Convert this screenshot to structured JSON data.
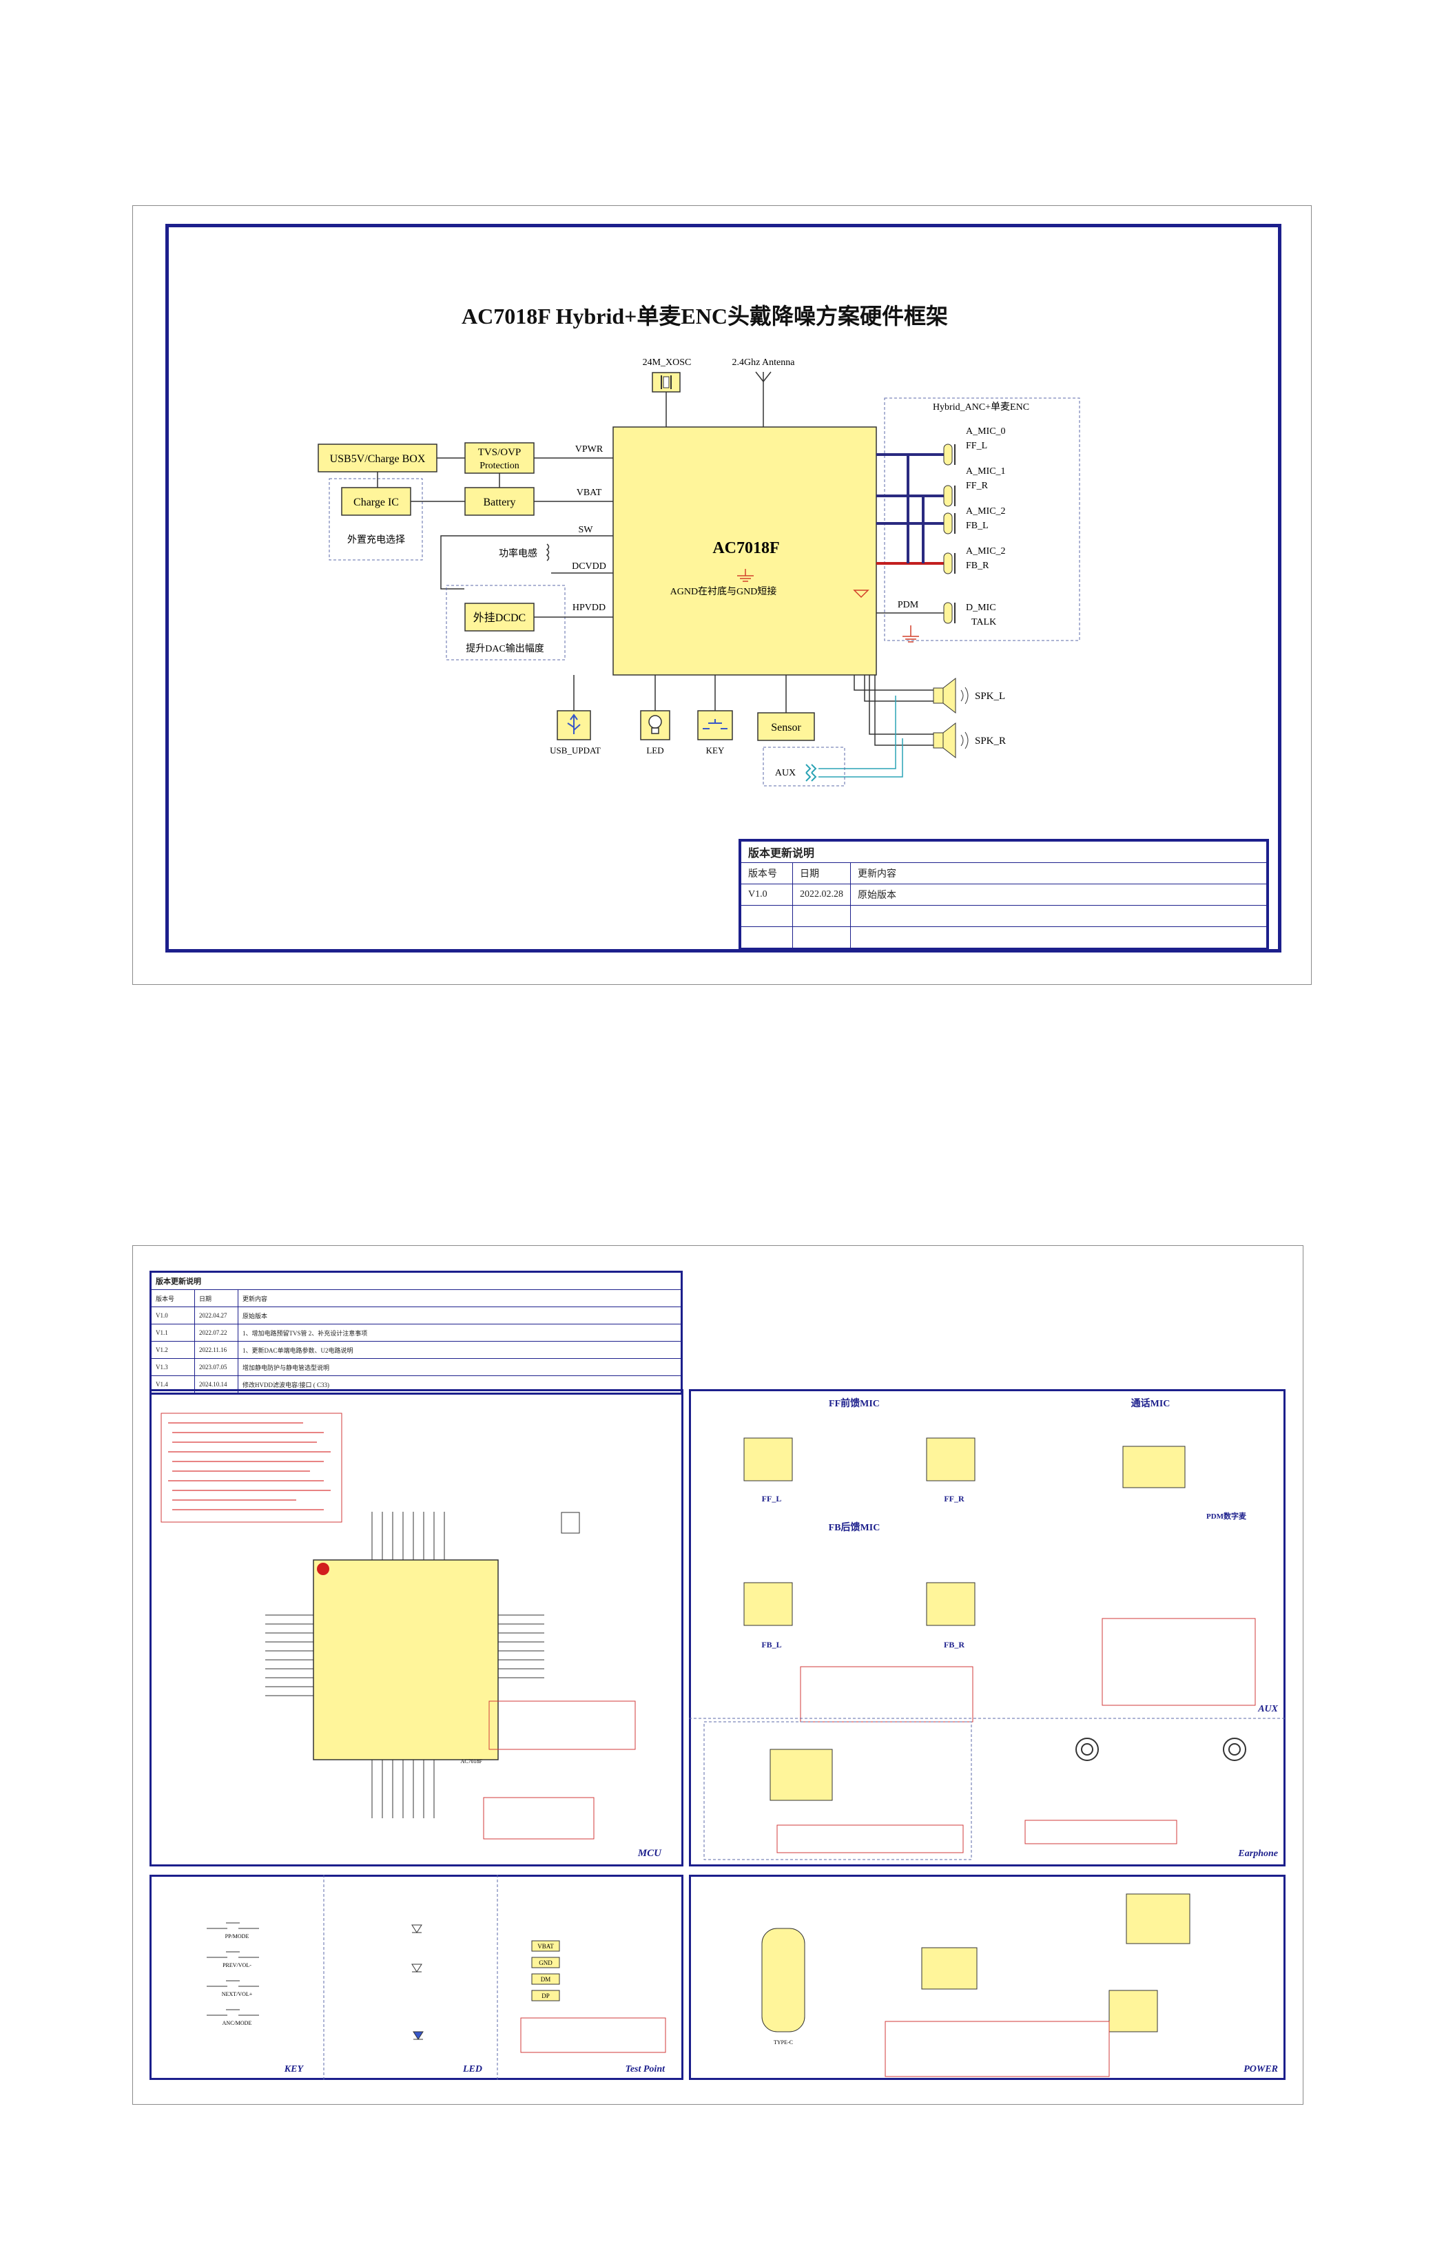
{
  "page1": {
    "title": "AC7018F Hybrid+单麦ENC头戴降噪方案硬件框架",
    "xosc": "24M_XOSC",
    "antenna": "2.4Ghz Antenna",
    "hybrid_group": "Hybrid_ANC+单麦ENC",
    "usb_box": "USB5V/Charge BOX",
    "tvs": [
      "TVS/OVP",
      "Protection"
    ],
    "charge_ic": "Charge IC",
    "battery": "Battery",
    "external_charge": "外置充电选择",
    "power_inductor": "功率电感",
    "ext_dcdc": "外挂DCDC",
    "dac_boost": "提升DAC输出幅度",
    "chip_name": "AC7018F",
    "agnd_note": "AGND在衬底与GND短接",
    "nets": {
      "vpwr": "VPWR",
      "vbat": "VBAT",
      "sw": "SW",
      "dcvdd": "DCVDD",
      "hpvdd": "HPVDD",
      "pdm": "PDM"
    },
    "mics": [
      {
        "name": "A_MIC_0",
        "sub": "FF_L"
      },
      {
        "name": "A_MIC_1",
        "sub": "FF_R"
      },
      {
        "name": "A_MIC_2",
        "sub": "FB_L"
      },
      {
        "name": "A_MIC_2",
        "sub": "FB_R"
      },
      {
        "name": "D_MIC",
        "sub": "TALK"
      }
    ],
    "speakers": [
      "SPK_L",
      "SPK_R"
    ],
    "bottom_blocks": {
      "usb": "USB_UPDAT",
      "led": "LED",
      "key": "KEY",
      "sensor": "Sensor",
      "aux": "AUX"
    },
    "revision": {
      "title": "版本更新说明",
      "headers": [
        "版本号",
        "日期",
        "更新内容"
      ],
      "rows": [
        [
          "V1.0",
          "2022.02.28",
          "原始版本"
        ],
        [
          "",
          "",
          ""
        ],
        [
          "",
          "",
          ""
        ]
      ]
    }
  },
  "page2": {
    "revision": {
      "title": "版本更新说明",
      "headers": [
        "版本号",
        "日期",
        "更新内容"
      ],
      "rows": [
        [
          "V1.0",
          "2022.04.27",
          "原始版本"
        ],
        [
          "V1.1",
          "2022.07.22",
          "1、增加电路预留TVS管        2、补充设计注意事项"
        ],
        [
          "V1.2",
          "2022.11.16",
          "1、更新DAC单端电路参数、U2电路说明"
        ],
        [
          "V1.3",
          "2023.07.05",
          "增加静电防护与静电管选型说明"
        ],
        [
          "V1.4",
          "2024.10.14",
          "修改HVDD滤波电容/接口 ( C33)"
        ]
      ]
    },
    "panels": {
      "mcu": "MCU",
      "ff_mic_title": "FF前馈MIC",
      "fb_mic_title": "FB后馈MIC",
      "talk_mic_title": "通话MIC",
      "pdm_mic": "PDM数字麦",
      "aux": "AUX",
      "earphone": "Earphone",
      "key": "KEY",
      "led": "LED",
      "test_point": "Test Point",
      "power": "POWER",
      "mic_labels": [
        "FF_L",
        "FF_R",
        "FB_L",
        "FB_R"
      ],
      "mcu_chip": "AC7018F",
      "test_points": [
        "VBAT",
        "GND",
        "DM",
        "DP"
      ],
      "type_c": "TYPE-C",
      "key_names": [
        "PP/MODE",
        "PREV/VOL-",
        "NEXT/VOL+",
        "ANC/MODE"
      ]
    }
  }
}
